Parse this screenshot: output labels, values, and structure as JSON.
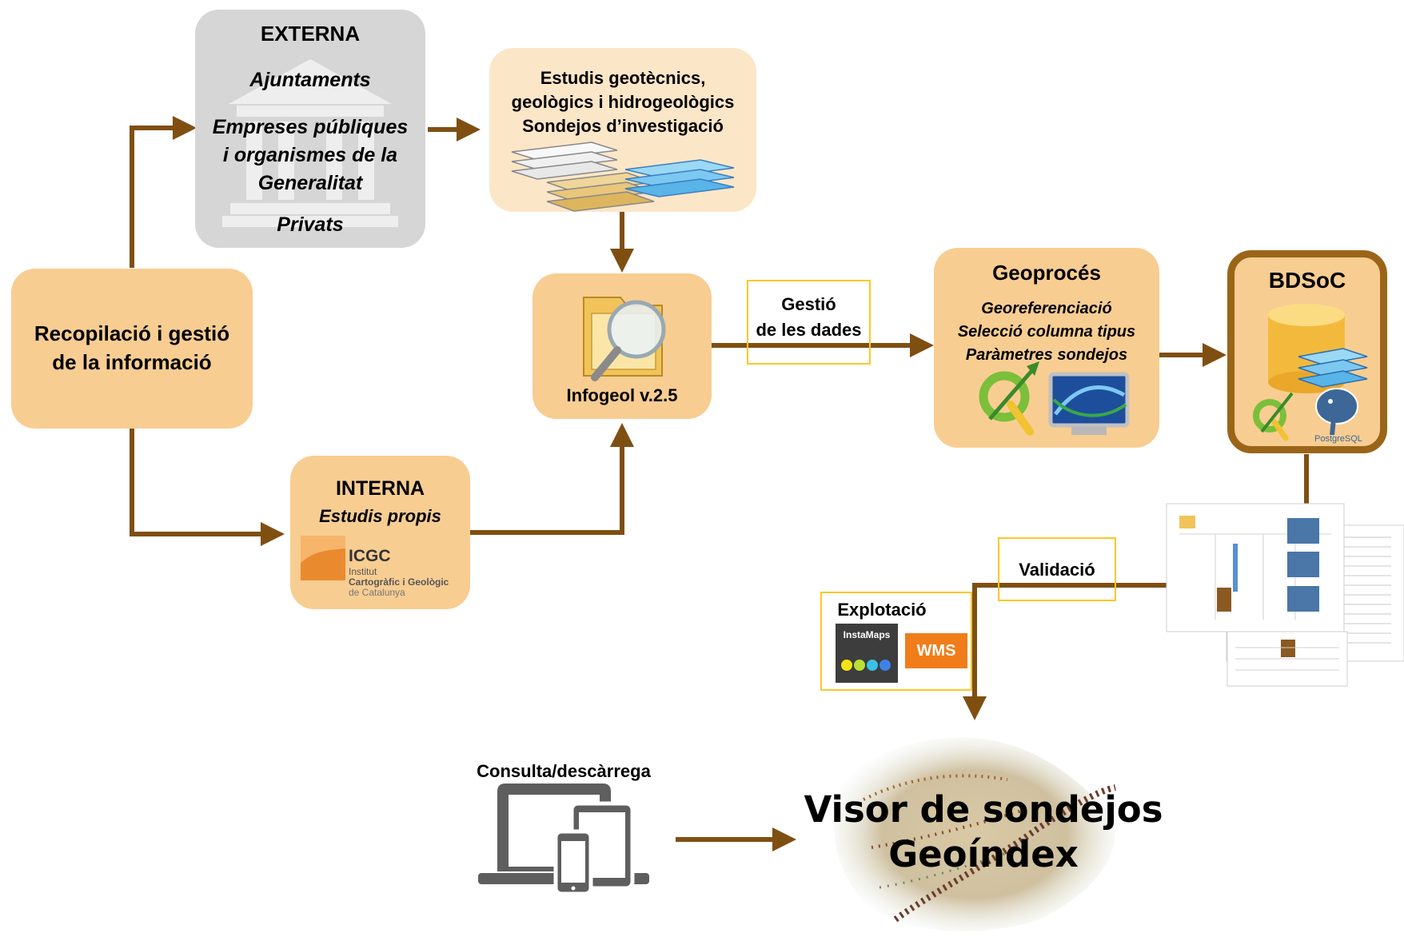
{
  "nodes": {
    "recopilacio": {
      "line1": "Recopilació i gestió",
      "line2": "de la informació"
    },
    "externa": {
      "title": "EXTERNA",
      "item1": "Ajuntaments",
      "item2_l1": "Empreses públiques",
      "item2_l2": "i organismes de la",
      "item2_l3": "Generalitat",
      "item3": "Privats"
    },
    "interna": {
      "title": "INTERNA",
      "subtitle": "Estudis propis",
      "logo": {
        "name": "ICGC",
        "line1": "Institut",
        "line2": "Cartogràfic i Geològic",
        "line3": "de Catalunya"
      }
    },
    "estudis": {
      "line1": "Estudis geotècnics,",
      "line2": "geològics i hidrogeològics",
      "line3": "Sondejos d’investigació"
    },
    "infogeol": {
      "label": "Infogeol v.2.5"
    },
    "geoproces": {
      "title": "Geoprocés",
      "item1": "Georeferenciació",
      "item2": "Selecció columna tipus",
      "item3": "Paràmetres sondejos"
    },
    "bdsoc": {
      "title": "BDSoC",
      "postgres": "PostgreSQL"
    },
    "explotacio": {
      "title": "Explotació",
      "instamaps": "InstaMaps",
      "wms": "WMS"
    },
    "visor": {
      "line1": "Visor de sondejos",
      "line2": "Geoíndex"
    }
  },
  "edge_labels": {
    "gestio_l1": "Gestió",
    "gestio_l2": "de les dades",
    "validacio": "Validació",
    "consulta": "Consulta/descàrrega"
  },
  "colors": {
    "arrow": "#7f4f12",
    "peach": "#f8cd92",
    "light_peach": "#fce6c8",
    "grey": "#d6d6d6",
    "label_border": "#ffc627",
    "bdsoc_border": "#9a6518",
    "wms": "#f07d1a"
  },
  "icons": [
    "building-icon",
    "documents-stack-icon",
    "search-folder-icon",
    "qgis-icon",
    "monitor-icon",
    "database-icon",
    "elephant-icon",
    "devices-icon",
    "map-icon",
    "report-icon"
  ]
}
